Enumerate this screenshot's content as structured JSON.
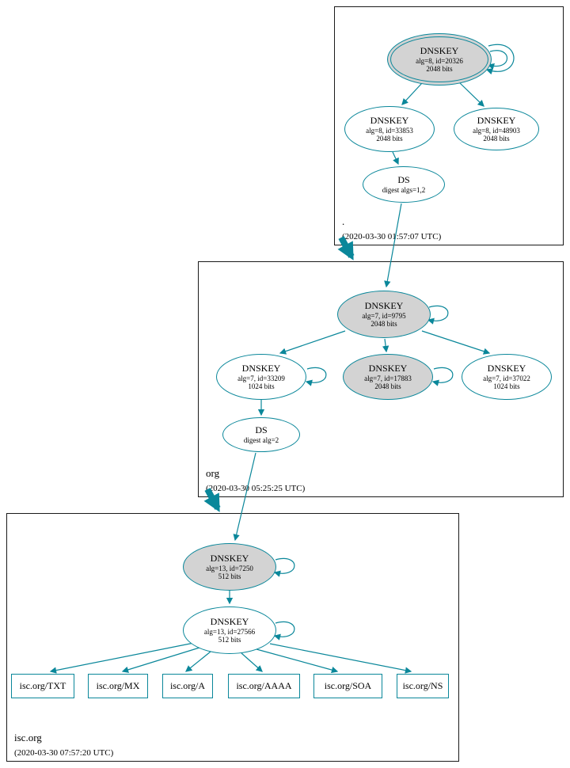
{
  "colors": {
    "edge_teal": "#0a879a",
    "node_stroke": "#0a879a",
    "ksk_fill": "#d3d3d3",
    "box_border": "#1a1a1a"
  },
  "zones": {
    "root": {
      "name": ".",
      "timestamp": "(2020-03-30 01:57:07 UTC)",
      "nodes": {
        "ksk": {
          "title": "DNSKEY",
          "alg": "alg=8, id=20326",
          "bits": "2048 bits"
        },
        "zsk1": {
          "title": "DNSKEY",
          "alg": "alg=8, id=33853",
          "bits": "2048 bits"
        },
        "zsk2": {
          "title": "DNSKEY",
          "alg": "alg=8, id=48903",
          "bits": "2048 bits"
        },
        "ds": {
          "title": "DS",
          "detail": "digest algs=1,2"
        }
      }
    },
    "org": {
      "name": "org",
      "timestamp": "(2020-03-30 05:25:25 UTC)",
      "nodes": {
        "ksk": {
          "title": "DNSKEY",
          "alg": "alg=7, id=9795",
          "bits": "2048 bits"
        },
        "key33209": {
          "title": "DNSKEY",
          "alg": "alg=7, id=33209",
          "bits": "1024 bits"
        },
        "key17883": {
          "title": "DNSKEY",
          "alg": "alg=7, id=17883",
          "bits": "2048 bits"
        },
        "key37022": {
          "title": "DNSKEY",
          "alg": "alg=7, id=37022",
          "bits": "1024 bits"
        },
        "ds": {
          "title": "DS",
          "detail": "digest alg=2"
        }
      }
    },
    "isc": {
      "name": "isc.org",
      "timestamp": "(2020-03-30 07:57:20 UTC)",
      "nodes": {
        "ksk": {
          "title": "DNSKEY",
          "alg": "alg=13, id=7250",
          "bits": "512 bits"
        },
        "zsk": {
          "title": "DNSKEY",
          "alg": "alg=13, id=27566",
          "bits": "512 bits"
        }
      },
      "rrsets": [
        "isc.org/TXT",
        "isc.org/MX",
        "isc.org/A",
        "isc.org/AAAA",
        "isc.org/SOA",
        "isc.org/NS"
      ]
    }
  }
}
